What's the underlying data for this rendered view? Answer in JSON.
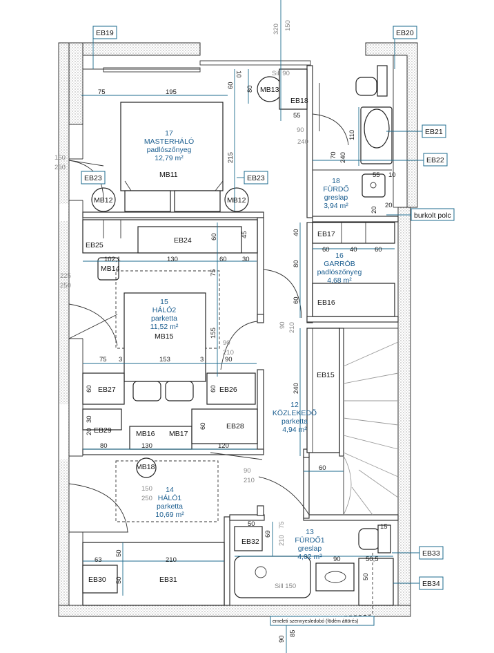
{
  "rooms": [
    {
      "number": "17",
      "name": "MASTERHÁLÓ",
      "floor": "padlószőnyeg",
      "area": "12,79 m²"
    },
    {
      "number": "18",
      "name": "FÜRDŐ",
      "floor": "greslap",
      "area": "3,94 m²"
    },
    {
      "number": "16",
      "name": "GARRÓB",
      "floor": "padlószőnyeg",
      "area": "4,68 m²"
    },
    {
      "number": "15",
      "name": "HÁLÓ2",
      "floor": "parketta",
      "area": "11,52 m²"
    },
    {
      "number": "12",
      "name": "KÖZLEKEDŐ",
      "floor": "parketta",
      "area": "4,94 m²"
    },
    {
      "number": "14",
      "name": "HÁLÓ1",
      "floor": "parketta",
      "area": "10,69 m²"
    },
    {
      "number": "13",
      "name": "FÜRDŐ1",
      "floor": "greslap",
      "area": "4,02 m²"
    }
  ],
  "tags": {
    "eb19": "EB19",
    "eb20": "EB20",
    "eb21": "EB21",
    "eb22": "EB22",
    "eb23a": "EB23",
    "eb23b": "EB23",
    "eb33": "EB33",
    "eb34": "EB34",
    "burkolt": "burkolt polc",
    "szennyes": "emeleti szennyesledobó (födém áttörés)"
  },
  "labels": {
    "eb18": "EB18",
    "eb17": "EB17",
    "eb16": "EB16",
    "eb15": "EB15",
    "eb24": "EB24",
    "eb25": "EB25",
    "eb26": "EB26",
    "eb27": "EB27",
    "eb28": "EB28",
    "eb29": "EB29",
    "eb30": "EB30",
    "eb31": "EB31",
    "eb32": "EB32",
    "mb11": "MB11",
    "mb12a": "MB12",
    "mb12b": "MB12",
    "mb13": "MB13",
    "mb14": "MB14",
    "mb15": "MB15",
    "mb16": "MB16",
    "mb17": "MB17",
    "mb18": "MB18"
  },
  "fixture_notes": {
    "sill90": "Sill 90",
    "sill150": "Sill 150"
  },
  "dims": {
    "d320": "320",
    "d150top": "150",
    "d75": "75",
    "d195": "195",
    "d10": "10",
    "d60a": "60",
    "d80a": "80",
    "d55a": "55",
    "d90a": "90",
    "d240a": "240",
    "d110": "110",
    "d70": "70",
    "d240b": "240",
    "d55b": "55",
    "d10b": "10",
    "d215": "215",
    "d150a": "150",
    "d250a": "250",
    "d20a": "20",
    "d20b": "20",
    "d40": "40",
    "d60b": "60",
    "d40b": "40",
    "d60c": "60",
    "d80b": "80",
    "d60d": "60",
    "d60e": "60",
    "d45": "45",
    "d102": "102,1",
    "d130a": "130",
    "d60f": "60",
    "d30a": "30",
    "d225": "225",
    "d250b": "250",
    "d75b": "75",
    "d155": "155",
    "d90b": "90",
    "d210a": "210",
    "d90c": "90",
    "d210b": "210",
    "d75c": "75",
    "d3a": "3",
    "d153": "153",
    "d3b": "3",
    "d90d": "90",
    "d60g": "60",
    "d60h": "60",
    "d30b": "30",
    "d20c": "20",
    "d60i": "60",
    "d240c": "240",
    "d80c": "80",
    "d130b": "130",
    "d120": "120",
    "d60j": "60",
    "d90e": "90",
    "d210c": "210",
    "d150b": "150",
    "d250c": "250",
    "d50a": "50",
    "d69": "69",
    "d75d": "75",
    "d210d": "210",
    "d15": "15",
    "d90f": "90",
    "d505": "50,5",
    "d63": "63",
    "d210e": "210",
    "d50b": "50",
    "d50c": "50",
    "d50d": "50",
    "d90bot": "90",
    "d85": "85"
  }
}
